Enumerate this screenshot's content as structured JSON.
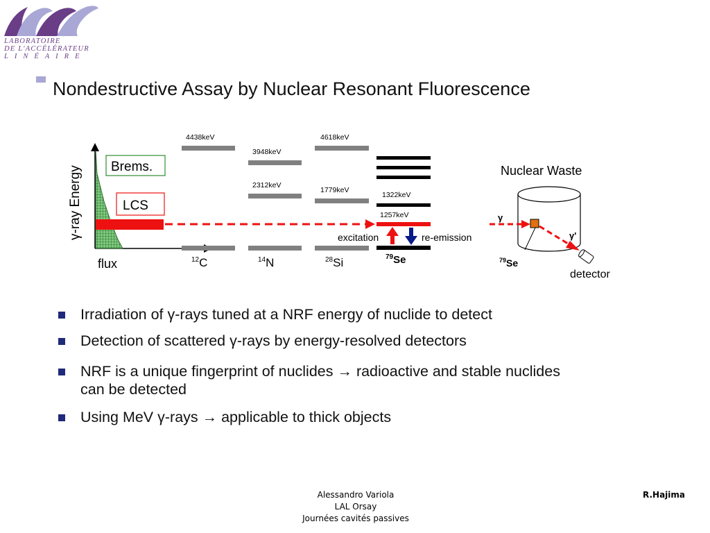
{
  "logo": {
    "lines": [
      "LABORATOIRE",
      "DE L'ACCÉLÉRATEUR",
      "LINÉAIRE"
    ],
    "brand_color": "#6a3d87"
  },
  "slide": {
    "title": "Nondestructive Assay by Nuclear Resonant Fluorescence"
  },
  "diagram": {
    "y_axis_label": "γ-ray Energy",
    "x_axis_label": "flux",
    "legend_brems": "Brems.",
    "legend_lcs": "LCS",
    "levels": {
      "c_4438": "4438keV",
      "n_3948": "3948keV",
      "n_2312": "2312keV",
      "si_4618": "4618keV",
      "si_1779": "1779keV",
      "se_1322": "1322keV",
      "se_1257": "1257keV"
    },
    "nuclides": {
      "c_mass": "12",
      "c_sym": "C",
      "n_mass": "14",
      "n_sym": "N",
      "si_mass": "28",
      "si_sym": "Si",
      "se_mass": "79",
      "se_sym": "Se"
    },
    "excitation_label": "excitation",
    "reemission_label": "re-emission",
    "waste_title": "Nuclear Waste",
    "gamma_in": "γ",
    "gamma_out": "γ'",
    "waste_se_mass": "79",
    "waste_se_sym": "Se",
    "detector_label": "detector",
    "colors": {
      "lcs_red": "#ee1111",
      "level_gray": "#808080",
      "arrow_blue": "#0a1a8a",
      "brems_green": "#2e8b2e"
    }
  },
  "bullets": [
    "Irradiation of γ-rays tuned at a NRF energy of nuclide to detect",
    "Detection of scattered γ-rays by energy-resolved detectors",
    "NRF is a unique fingerprint of nuclides → radioactive and stable nuclides can be detected",
    "Using MeV γ-rays → applicable to thick objects"
  ],
  "footer": {
    "author": "Alessandro Variola",
    "lab": "LAL Orsay",
    "event": "Journées cavités passives",
    "credit": "R.Hajima"
  }
}
